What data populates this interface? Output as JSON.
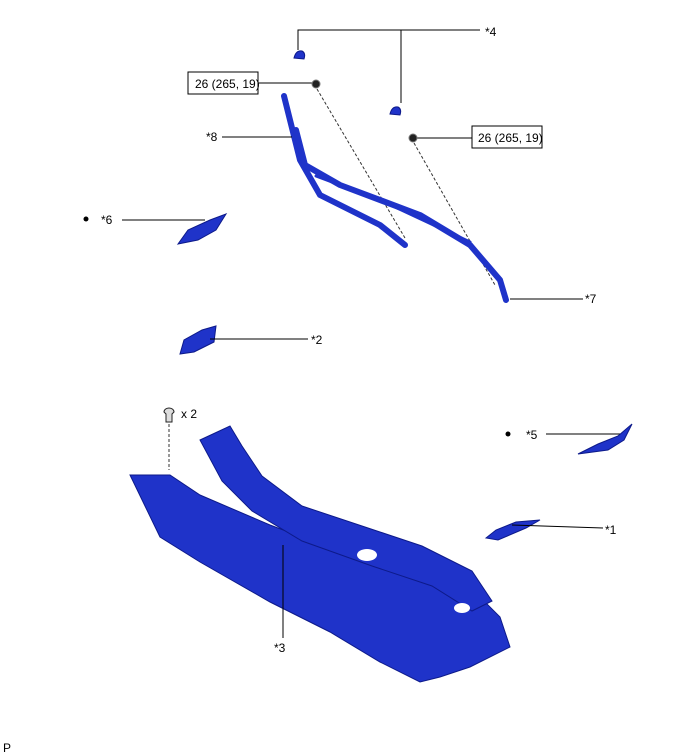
{
  "callouts": {
    "c1": "*1",
    "c2": "*2",
    "c3": "*3",
    "c4": "*4",
    "c5": "*5",
    "c6": "*6",
    "c7": "*7",
    "c8": "*8"
  },
  "torque": {
    "nut_left": "26 (265, 19)",
    "nut_right": "26 (265, 19)"
  },
  "clip_qty": "x 2",
  "corner_label": "P",
  "colors": {
    "part": "#1f33c9"
  }
}
